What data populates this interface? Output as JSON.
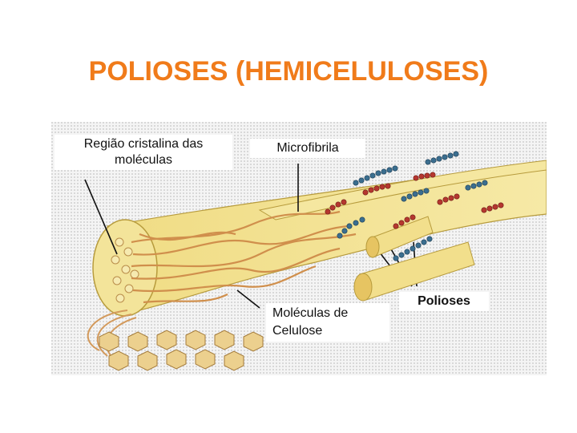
{
  "slide": {
    "title": "POLIOSES (HEMICELULOSES)",
    "title_color": "#f07b1a"
  },
  "figure": {
    "labels": {
      "regiao_cristalina": "Região cristalina das moléculas",
      "microfibrila": "Microfibrila",
      "moleculas_celulose": "Moléculas de Celulose",
      "polioses": "Polioses"
    },
    "colors": {
      "background": "#dcdcdc",
      "fibril": "#f2e08a",
      "cellulose_chain": "#d89a5a",
      "poliose_blue": "#3b6e8f",
      "poliose_red": "#b5372f",
      "glucose_ring": "#e8c880"
    }
  }
}
